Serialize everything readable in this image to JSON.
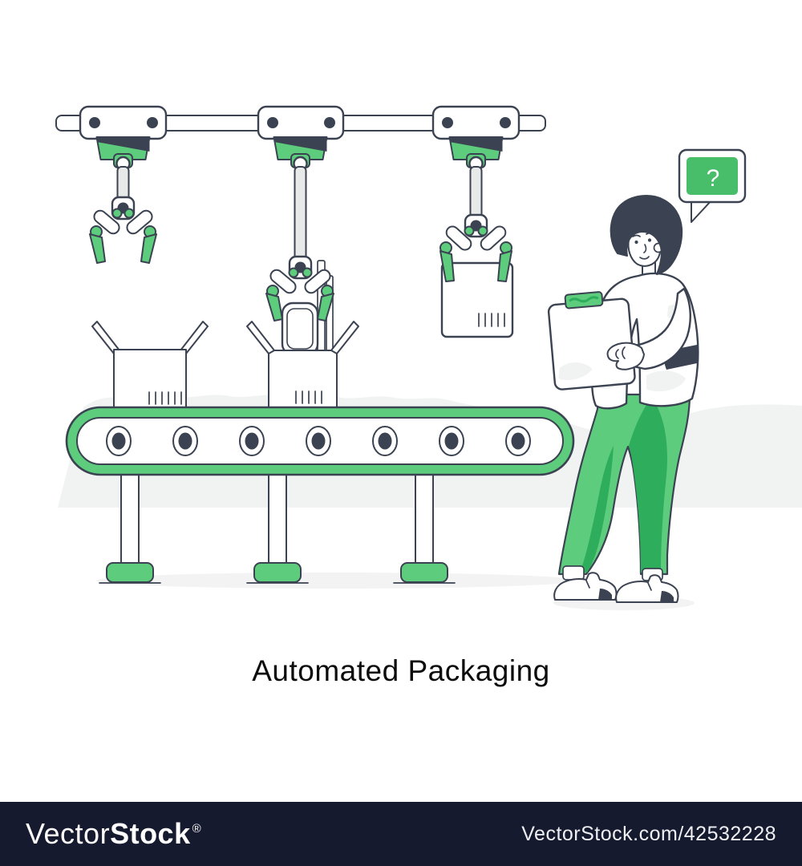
{
  "title": {
    "text": "Automated Packaging"
  },
  "speech_bubble": {
    "symbol": "?"
  },
  "footer": {
    "logo_prefix": "Vector",
    "logo_suffix": "Stock",
    "registered_mark": "®",
    "url_text": "VectorStock.com/42532228"
  },
  "colors": {
    "green": "#5dcd7d",
    "green_dark": "#2ead5c",
    "bubble_green": "#48bd6a",
    "outline": "#3b4251",
    "footer_bg": "#161a2e",
    "light_gray": "#f1f2f2",
    "machine_gray": "#e8eae9",
    "shadow_gray": "#f3f3f4",
    "title_color": "#0b0b0b"
  }
}
